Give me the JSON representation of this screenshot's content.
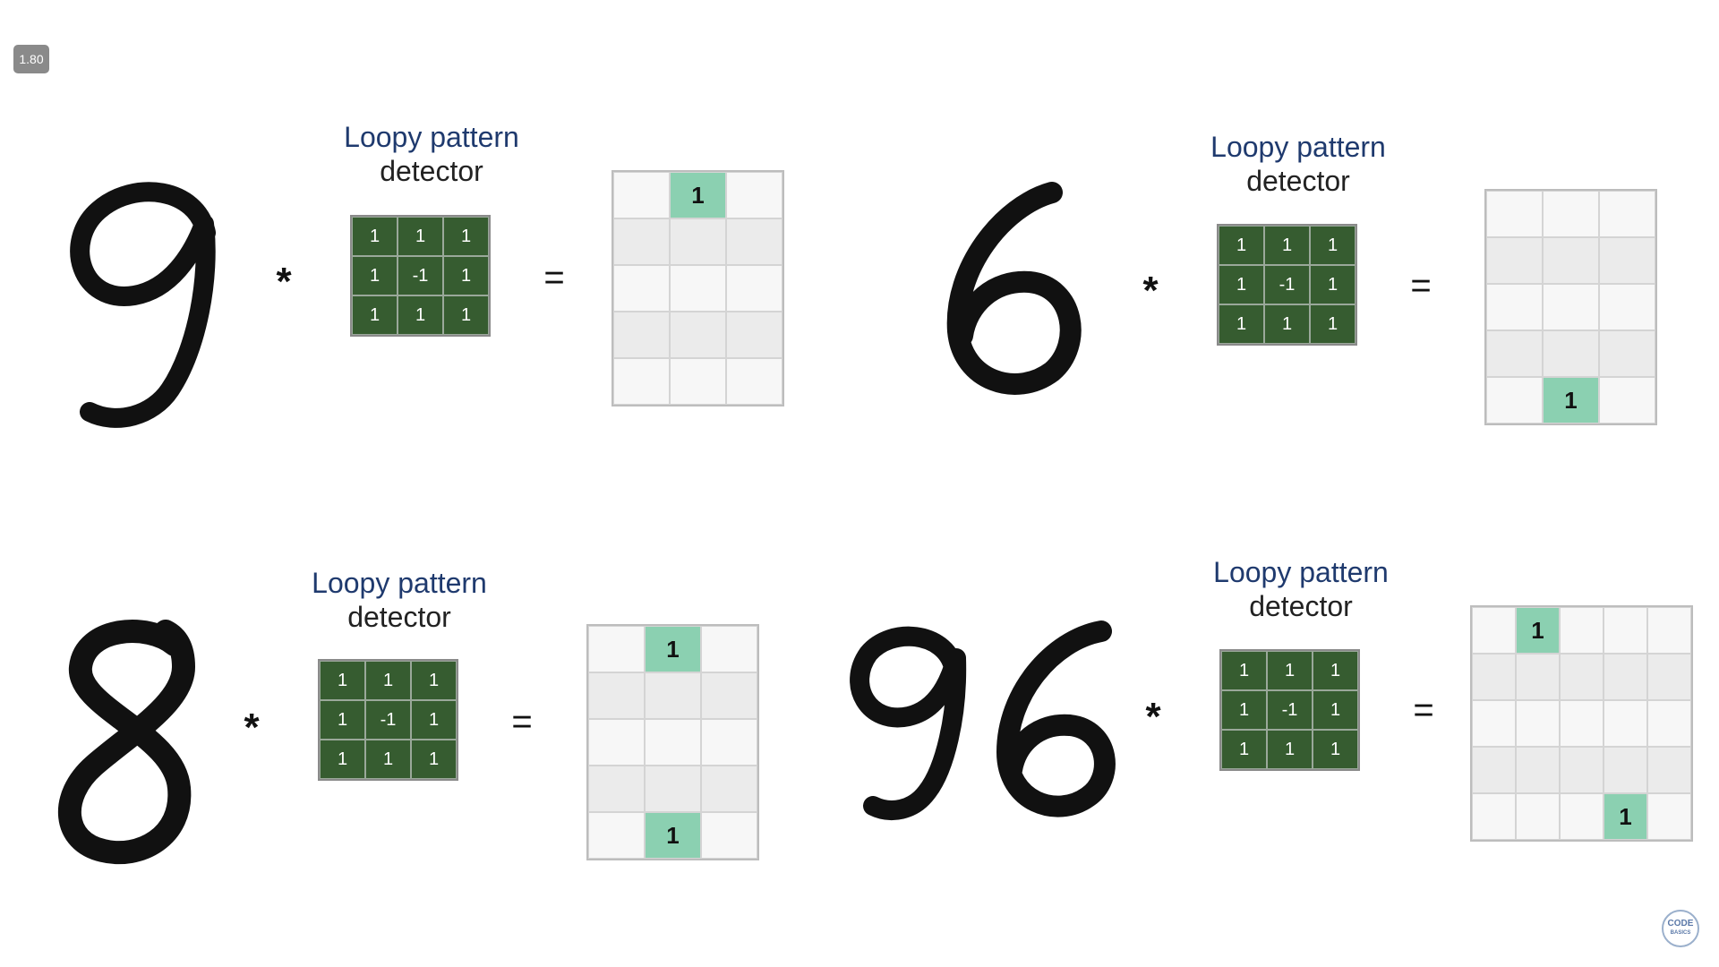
{
  "zoom_badge": "1.80",
  "title_line1": "Loopy pattern",
  "title_line2": "detector",
  "operator_conv": "*",
  "operator_eq": "=",
  "kernel": [
    "1",
    "1",
    "1",
    "1",
    "-1",
    "1",
    "1",
    "1",
    "1"
  ],
  "panels": [
    {
      "digit": "9",
      "output": {
        "cols": 3,
        "rows": 5,
        "hits": [
          {
            "row": 0,
            "col": 1,
            "value": "1"
          }
        ]
      }
    },
    {
      "digit": "6",
      "output": {
        "cols": 3,
        "rows": 5,
        "hits": [
          {
            "row": 4,
            "col": 1,
            "value": "1"
          }
        ]
      }
    },
    {
      "digit": "8",
      "output": {
        "cols": 3,
        "rows": 5,
        "hits": [
          {
            "row": 0,
            "col": 1,
            "value": "1"
          },
          {
            "row": 4,
            "col": 1,
            "value": "1"
          }
        ]
      }
    },
    {
      "digit": "96",
      "output": {
        "cols": 5,
        "rows": 5,
        "hits": [
          {
            "row": 0,
            "col": 1,
            "value": "1"
          },
          {
            "row": 4,
            "col": 3,
            "value": "1"
          }
        ]
      }
    }
  ],
  "logo": {
    "line1": "CODE",
    "line2": "BASICS"
  },
  "colors": {
    "kernel": "#365c30",
    "hit": "#8bd0b1",
    "title": "#1f3a6e"
  }
}
